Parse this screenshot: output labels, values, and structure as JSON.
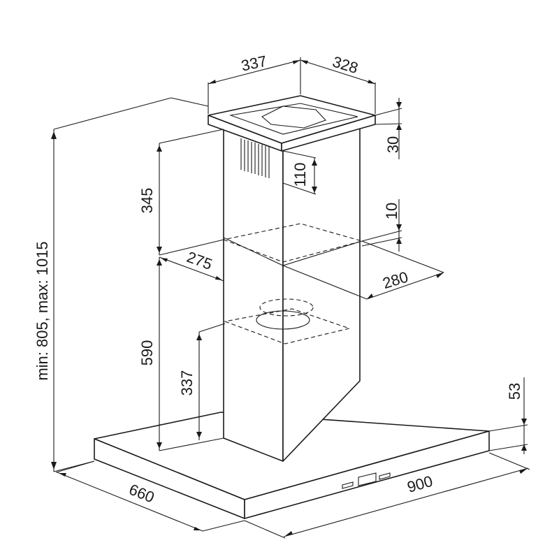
{
  "dimensions": {
    "top_width": "337",
    "top_depth": "328",
    "height_range": "min: 805, max: 1015",
    "flange_height": "30",
    "vent_height": "110",
    "upper_chimney": "345",
    "overlap": "10",
    "inner_depth": "275",
    "inner_width": "280",
    "lower_chimney": "590",
    "outlet_height": "337",
    "canopy_height": "53",
    "canopy_depth": "660",
    "canopy_width": "900"
  }
}
